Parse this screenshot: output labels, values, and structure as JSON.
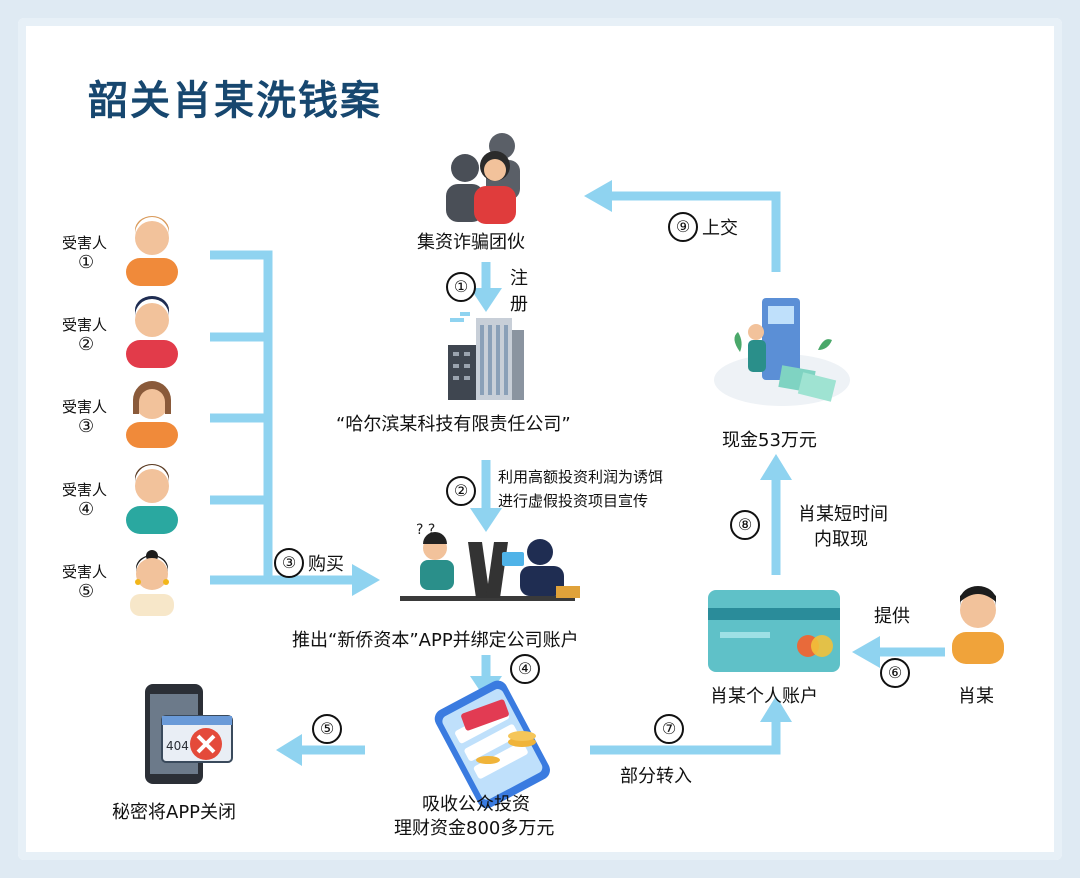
{
  "title": "韶关肖某洗钱案",
  "victim_label": "受害人",
  "victims": [
    "①",
    "②",
    "③",
    "④",
    "⑤"
  ],
  "nodes": {
    "gang": "集资诈骗团伙",
    "company": "“哈尔滨某科技有限责任公司”",
    "app_launch": "推出“新侨资本”APP并绑定公司账户",
    "absorb_line1": "吸收公众投资",
    "absorb_line2": "理财资金800多万元",
    "close_app": "秘密将APP关闭",
    "personal_account": "肖某个人账户",
    "person": "肖某",
    "cash": "现金53万元"
  },
  "steps": {
    "s1_num": "①",
    "s1_label_a": "注",
    "s1_label_b": "册",
    "s2_num": "②",
    "s2_line1": "利用高额投资利润为诱饵",
    "s2_line2": "进行虚假投资项目宣传",
    "s3_num": "③",
    "s3_label": "购买",
    "s4_num": "④",
    "s5_num": "⑤",
    "s6_num": "⑥",
    "s6_label": "提供",
    "s7_num": "⑦",
    "s7_label": "部分转入",
    "s8_num": "⑧",
    "s8_line1": "肖某短时间",
    "s8_line2": "内取现",
    "s9_num": "⑨",
    "s9_label": "上交"
  },
  "colors": {
    "arrow": "#8fd3f0",
    "title": "#17476f"
  }
}
